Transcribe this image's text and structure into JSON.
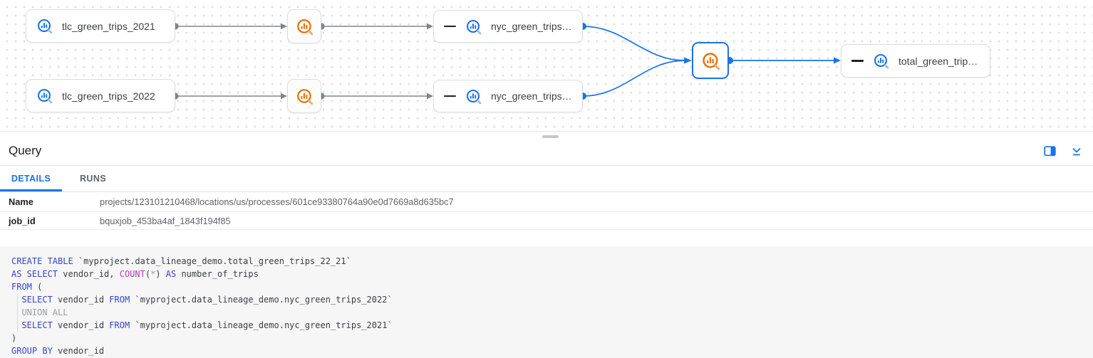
{
  "graph": {
    "nodes": {
      "tlc_2021": {
        "label": "tlc_green_trips_2021",
        "icon": "search-chart-icon-blue"
      },
      "tlc_2022": {
        "label": "tlc_green_trips_2022",
        "icon": "search-chart-icon-blue"
      },
      "process_2021": {
        "icon": "search-chart-icon-orange"
      },
      "process_2022": {
        "icon": "search-chart-icon-orange"
      },
      "nyc_2021": {
        "label": "nyc_green_trips…",
        "icon": "search-chart-icon-blue"
      },
      "nyc_2022": {
        "label": "nyc_green_trips…",
        "icon": "search-chart-icon-blue"
      },
      "process_selected": {
        "icon": "search-chart-icon-orange",
        "selected": true
      },
      "total": {
        "label": "total_green_trip…",
        "icon": "search-chart-icon-blue"
      }
    },
    "colors": {
      "edge_gray": "#80868b",
      "edge_blue": "#1a73e8",
      "selected_border": "#1a73e8",
      "icon_blue": "#1a73e8",
      "icon_orange": "#e8710a"
    }
  },
  "panel": {
    "title": "Query",
    "header_icons": [
      "side-panel-icon",
      "collapse-panel-icon"
    ],
    "tabs": [
      {
        "label": "DETAILS",
        "active": true
      },
      {
        "label": "RUNS",
        "active": false
      }
    ],
    "fields": [
      {
        "label": "Name",
        "value": "projects/123101210468/locations/us/processes/601ce93380764a90e0d7669a8d635bc7"
      },
      {
        "label": "job_id",
        "value": "bquxjob_453ba4af_1843f194f85"
      }
    ]
  },
  "sql": {
    "token_colors": {
      "kw": "#3744c9",
      "fn": "#bf36bf",
      "muted": "#9aa0a6",
      "plain": "#3c4043"
    },
    "lines": [
      [
        [
          "kw",
          "CREATE TABLE"
        ],
        [
          "plain",
          " `myproject.data_lineage_demo.total_green_trips_22_21`"
        ]
      ],
      [
        [
          "kw",
          "AS SELECT"
        ],
        [
          "plain",
          " vendor_id, "
        ],
        [
          "fn",
          "COUNT"
        ],
        [
          "plain",
          "("
        ],
        [
          "muted",
          "*"
        ],
        [
          "plain",
          ") "
        ],
        [
          "kw",
          "AS"
        ],
        [
          "plain",
          " number_of_trips"
        ]
      ],
      [
        [
          "kw",
          "FROM"
        ],
        [
          "plain",
          " ("
        ]
      ],
      [
        [
          "plain",
          "  "
        ],
        [
          "kw",
          "SELECT"
        ],
        [
          "plain",
          " vendor_id "
        ],
        [
          "kw",
          "FROM"
        ],
        [
          "plain",
          " `myproject.data_lineage_demo.nyc_green_trips_2022`"
        ]
      ],
      [
        [
          "plain",
          "  "
        ],
        [
          "muted",
          "UNION ALL"
        ]
      ],
      [
        [
          "plain",
          "  "
        ],
        [
          "kw",
          "SELECT"
        ],
        [
          "plain",
          " vendor_id "
        ],
        [
          "kw",
          "FROM"
        ],
        [
          "plain",
          " `myproject.data_lineage_demo.nyc_green_trips_2021`"
        ]
      ],
      [
        [
          "plain",
          ")"
        ]
      ],
      [
        [
          "kw",
          "GROUP BY"
        ],
        [
          "plain",
          " vendor_id"
        ]
      ]
    ]
  }
}
